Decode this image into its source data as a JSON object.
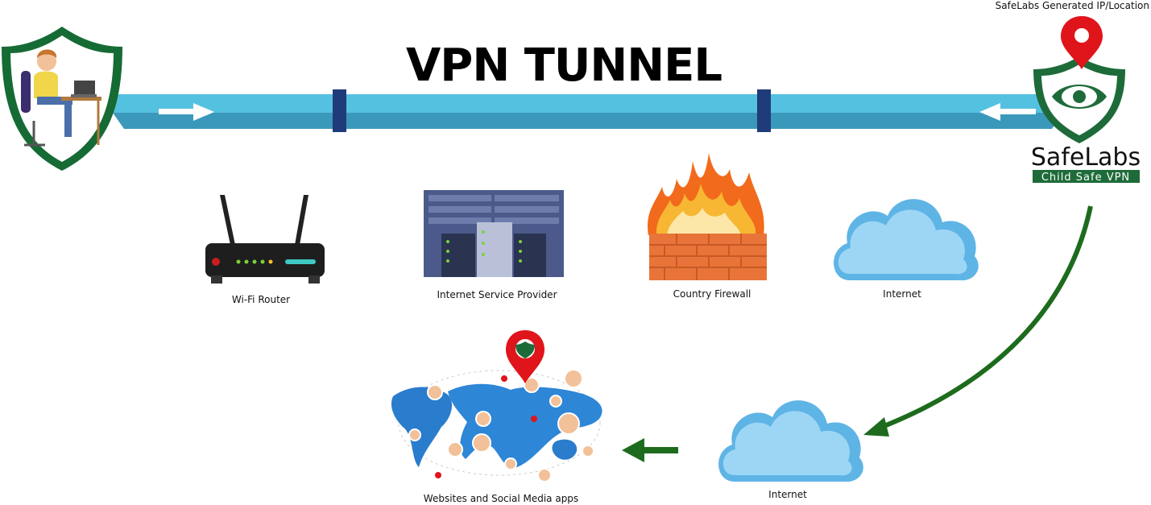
{
  "title": "VPN TUNNEL",
  "brand": {
    "name": "SafeLabs",
    "tagline": "Child Safe VPN",
    "location_label": "SafeLabs Generated IP/Location"
  },
  "nodes": [
    {
      "id": "router",
      "label": "Wi-Fi Router",
      "icon": "router-icon"
    },
    {
      "id": "isp",
      "label": "Internet Service Provider",
      "icon": "server-rack-icon"
    },
    {
      "id": "firewall",
      "label": "Country Firewall",
      "icon": "firewall-icon"
    },
    {
      "id": "internet1",
      "label": "Internet",
      "icon": "cloud-icon"
    },
    {
      "id": "internet2",
      "label": "Internet",
      "icon": "cloud-icon"
    },
    {
      "id": "web",
      "label": "Websites and Social Media apps",
      "icon": "world-map-icon"
    }
  ],
  "colors": {
    "tunnel": "#4db8da",
    "tunnel_dark": "#2e89aa",
    "shield": "#166b35",
    "arrow": "#1d6b1d",
    "pin": "#e0141b",
    "band": "#1f3b7a"
  }
}
